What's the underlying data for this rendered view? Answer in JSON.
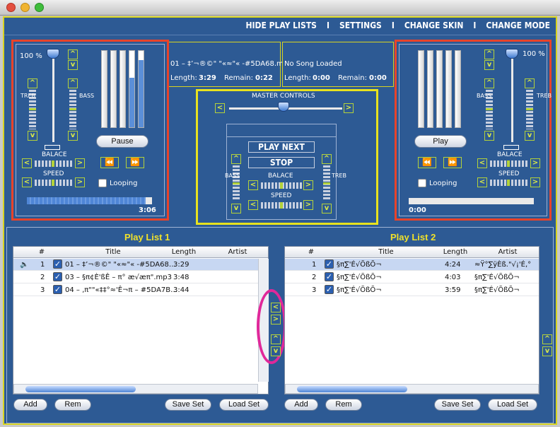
{
  "window": {
    "close_color": "#e34f3f",
    "min_color": "#f0b431",
    "max_color": "#3fbd3c"
  },
  "menu": {
    "hide_playlists": "HIDE PLAY LISTS",
    "settings": "SETTINGS",
    "change_skin": "CHANGE SKIN",
    "change_mode": "CHANGE MODE",
    "separator": "I"
  },
  "left_deck": {
    "volume": "100 %",
    "treb_label": "TREB",
    "bass_label": "BASS",
    "pause_label": "Pause",
    "balace_label": "BALACE",
    "speed_label": "SPEED",
    "looping_label": "Looping",
    "elapsed": "3:06",
    "progress": 0.95
  },
  "right_deck": {
    "volume": "100 %",
    "bass_label": "BASS",
    "treb_label": "TREB",
    "play_label": "Play",
    "balace_label": "BALACE",
    "speed_label": "SPEED",
    "looping_label": "Looping",
    "elapsed": "0:00",
    "progress": 0.0
  },
  "info_left": {
    "song": "01 – ‡’¬®©\" \"«≈\"« -#5DA68.m",
    "length_label": "Length:",
    "length": "3:29",
    "remain_label": "Remain:",
    "remain": "0:22"
  },
  "info_right": {
    "song": "No Song Loaded",
    "length_label": "Length:",
    "length": "0:00",
    "remain_label": "Remain:",
    "remain": "0:00"
  },
  "master": {
    "title": "MASTER  CONTROLS",
    "play_next": "PLAY NEXT",
    "stop": "STOP",
    "balace_label": "BALACE",
    "speed_label": "SPEED",
    "bass_label": "BASS",
    "treb_label": "TREB"
  },
  "playlist1": {
    "title": "Play List 1",
    "columns": [
      "#",
      "Title",
      "Length",
      "Artist"
    ],
    "rows": [
      {
        "num": "1",
        "title": "01 – ‡’¬®©\" \"«≈\"« -#5DA68…",
        "length": "3:29",
        "artist": ""
      },
      {
        "num": "2",
        "title": "03 – §π¢È'ßÊ – π° æ√æπ\".mp3",
        "length": "3:48",
        "artist": ""
      },
      {
        "num": "3",
        "title": "04 – ‚π\"\"«‡‡°≈'Ê¬π – #5DA7B…",
        "length": "3:44",
        "artist": ""
      }
    ],
    "add": "Add",
    "rem": "Rem",
    "save": "Save Set",
    "load": "Load Set"
  },
  "playlist2": {
    "title": "Play List 2",
    "columns": [
      "#",
      "Title",
      "Length",
      "Artist"
    ],
    "rows": [
      {
        "num": "1",
        "title": "§π∑'É√ÕßÕ¬",
        "length": "4:24",
        "artist": "≈Ÿ°∑ÿÈß.\"√¡'É,°"
      },
      {
        "num": "2",
        "title": "§π∑'É√ÕßÕ¬",
        "length": "4:03",
        "artist": "§π∑'É√ÕßÕ¬"
      },
      {
        "num": "3",
        "title": "§π∑'É√ÕßÕ¬",
        "length": "3:59",
        "artist": "§π∑'É√ÕßÕ¬"
      }
    ],
    "add": "Add",
    "rem": "Rem",
    "save": "Save Set",
    "load": "Load Set"
  },
  "transfer": {
    "left": "<",
    "right": ">",
    "up": "^",
    "down": "v"
  }
}
